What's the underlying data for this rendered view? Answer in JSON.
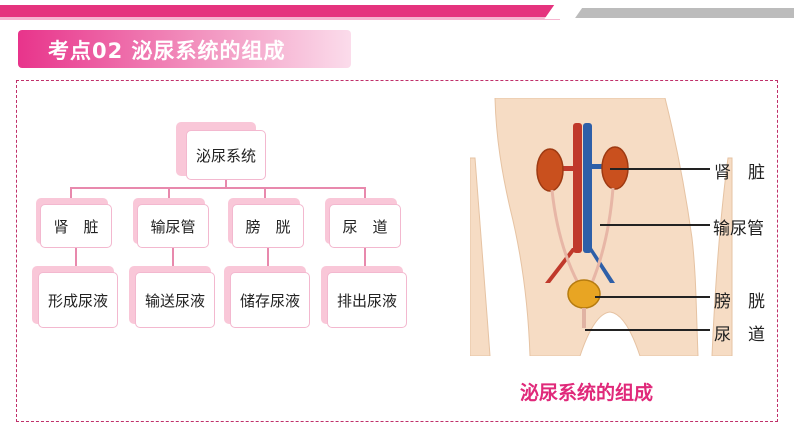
{
  "heading": {
    "title": "考点02 泌尿系统的组成"
  },
  "tree": {
    "root": "泌尿系统",
    "organs": [
      "肾　脏",
      "输尿管",
      "膀　胱",
      "尿　道"
    ],
    "functions": [
      "形成尿液",
      "输送尿液",
      "储存尿液",
      "排出尿液"
    ]
  },
  "figure": {
    "labels": [
      "肾　脏",
      "输尿管",
      "膀　胱",
      "尿　道"
    ],
    "caption": "泌尿系统的组成"
  },
  "colors": {
    "accent": "#e5337e",
    "node_border": "#f3b8cf",
    "node_shadow": "#f9c7d8",
    "caption": "#e0297a"
  }
}
